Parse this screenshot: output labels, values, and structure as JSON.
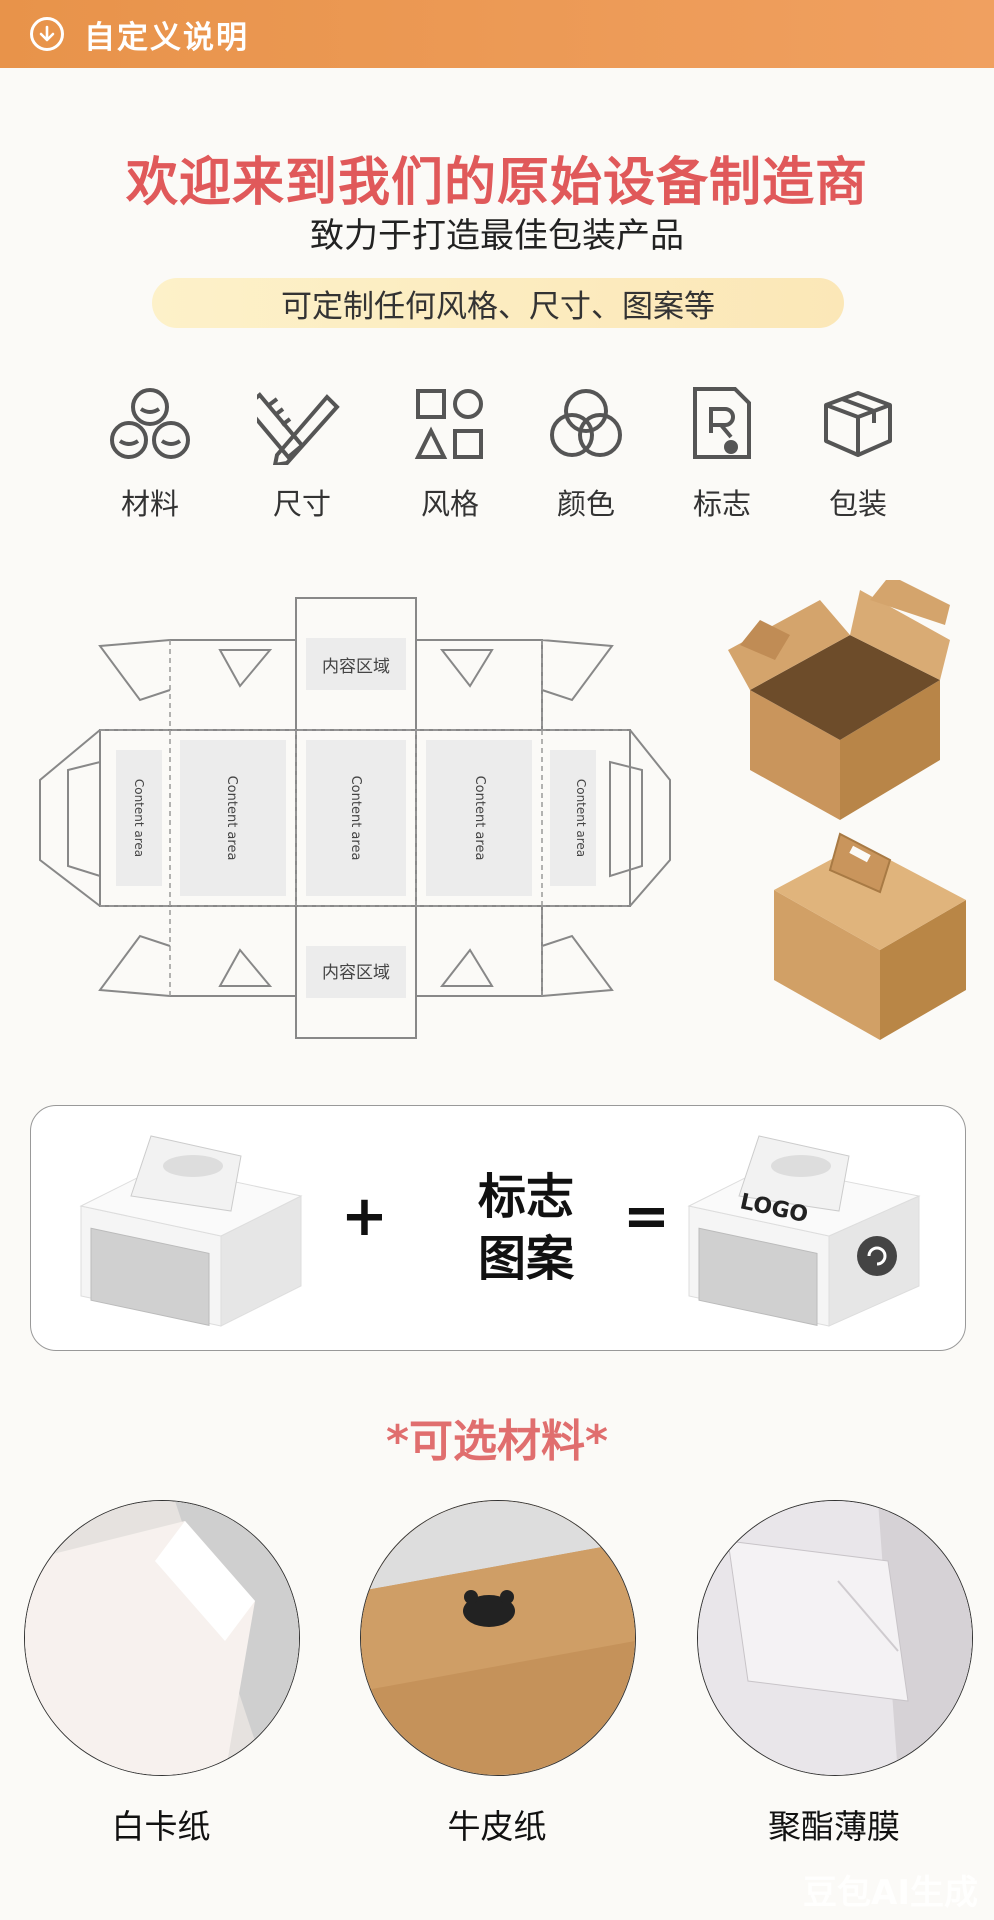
{
  "header": {
    "title": "自定义说明"
  },
  "intro": {
    "welcome": "欢迎来到我们的原始设备制造商",
    "subtitle": "致力于打造最佳包装产品",
    "customizable": "可定制任何风格、尺寸、图案等"
  },
  "features": [
    {
      "label": "材料",
      "icon": "material-icon"
    },
    {
      "label": "尺寸",
      "icon": "ruler-pencil-icon"
    },
    {
      "label": "风格",
      "icon": "shapes-icon"
    },
    {
      "label": "颜色",
      "icon": "color-circles-icon"
    },
    {
      "label": "标志",
      "icon": "trademark-icon"
    },
    {
      "label": "包装",
      "icon": "package-icon"
    }
  ],
  "dieline": {
    "content_zh_top": "内容区域",
    "content_zh_bottom": "内容区域",
    "content_en": "Content area"
  },
  "combo": {
    "plus": "+",
    "logo_line1": "标志",
    "logo_line2": "图案",
    "equals": "=",
    "logo_on_box": "LOGO"
  },
  "materials": {
    "title": "*可选材料*",
    "items": [
      {
        "label": "白卡纸"
      },
      {
        "label": "牛皮纸"
      },
      {
        "label": "聚酯薄膜"
      }
    ]
  },
  "watermark": "豆包AI生成",
  "colors": {
    "header": "#ec9a56",
    "welcome": "#e0595a",
    "kraft": "#c9955c",
    "pill": "#fcecc0"
  }
}
